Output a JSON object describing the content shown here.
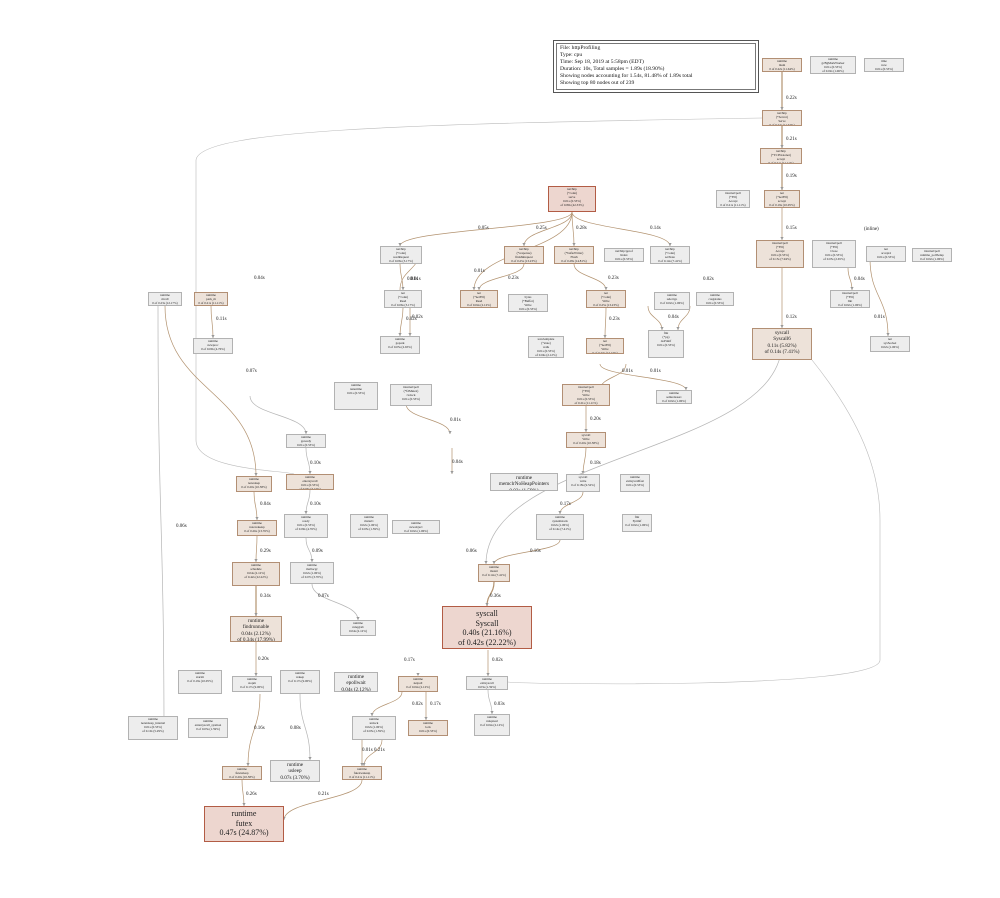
{
  "legend": {
    "file": "File: httpProfiling",
    "type": "Type: cpu",
    "time": "Time: Sep 18, 2019 at 5:58pm (EDT)",
    "duration": "Duration: 10s, Total samples = 1.89s (18.90%)",
    "showing_nodes": "Showing nodes accounting for 1.54s, 81.48% of 1.89s total",
    "showing_top": "Showing top 80 nodes out of 239"
  },
  "nodes": [
    {
      "l": [
        "runtime",
        "futex",
        "0.47s (24.87%)"
      ]
    },
    {
      "l": [
        "syscall",
        "Syscall",
        "0.40s (21.16%)",
        "of 0.42s (22.22%)"
      ]
    },
    {
      "l": [
        "syscall",
        "Syscall6",
        "0.11s (5.82%)",
        "of 0.14s (7.41%)"
      ]
    },
    {
      "l": [
        "runtime",
        "findrunnable",
        "0.04s (2.12%)",
        "of 0.34s (17.99%)"
      ]
    },
    {
      "l": [
        "runtime",
        "usleep",
        "0.07s (3.70%)"
      ]
    },
    {
      "l": [
        "runtime",
        "epollwait",
        "0.04s (2.12%)"
      ]
    },
    {
      "l": [
        "runtime",
        "memclrNoHeapPointers",
        "0.03s (1.59%)"
      ]
    },
    {
      "l": [
        "runtime",
        "main",
        "0 of 0.22s (11.64%)"
      ]
    },
    {
      "l": [
        "runtime",
        "gcBgMarkWorker",
        "0.01s (0.53%)",
        "of 0.02s (1.06%)"
      ]
    },
    {
      "l": [
        "time",
        "now",
        "0.01s (0.53%)"
      ]
    },
    {
      "l": [
        "net/http",
        "(*Server)",
        "Serve",
        "0 of 0.22s (11.64%)"
      ]
    },
    {
      "l": [
        "net/http",
        "(*TCPListener)",
        "accept",
        "0 of 0.21s (11.11%)"
      ]
    },
    {
      "l": [
        "internal/poll",
        "(*FD)",
        "Accept",
        "0 of 0.21s (11.11%)"
      ]
    },
    {
      "l": [
        "net",
        "(*netFD)",
        "accept",
        "0 of 0.19s (10.05%)"
      ]
    },
    {
      "l": [
        "net/http",
        "(*conn)",
        "serve",
        "0.01s (0.53%)",
        "of 0.80s (42.33%)"
      ]
    },
    {
      "l": [
        "internal/poll",
        "(*FD)",
        "Accept",
        "0.01s (0.53%)",
        "of 0.15s (7.94%)"
      ]
    },
    {
      "l": [
        "internal/poll",
        "(*FD)",
        "Close",
        "0.01s (0.53%)",
        "of 0.05s (2.65%)"
      ]
    },
    {
      "l": [
        "net",
        "accept4",
        "0.01s (0.53%)"
      ]
    },
    {
      "l": [
        "internal/poll",
        "runtime_pollSetup",
        "0 of 0.02s (1.06%)"
      ]
    },
    {
      "l": [
        "net/http",
        "(*conn)",
        "readRequest",
        "0 of 0.06s (3.17%)"
      ]
    },
    {
      "l": [
        "net/http",
        "(*response)",
        "finishRequest",
        "0 of 0.25s (13.23%)"
      ]
    },
    {
      "l": [
        "net/http",
        "(*bufioWriter)",
        "Flush",
        "0 of 0.28s (14.81%)"
      ]
    },
    {
      "l": [
        "net/http/pprof",
        "Index",
        "0.01s (0.53%)"
      ]
    },
    {
      "l": [
        "net/http",
        "(*conn)",
        "setState",
        "0 of 0.14s (7.41%)"
      ]
    },
    {
      "l": [
        "runtime",
        "mcall",
        "0 of 0.23s (12.17%)"
      ]
    },
    {
      "l": [
        "runtime",
        "park_m",
        "0 of 0.21s (11.11%)"
      ]
    },
    {
      "l": [
        "runtime",
        "schedule",
        "0.04s (2.12%)",
        "of 0.42s (22.22%)"
      ]
    },
    {
      "l": [
        "runtime",
        "newproc",
        "0 of 0.09s (4.76%)"
      ]
    },
    {
      "l": [
        "net",
        "(*conn)",
        "Read",
        "0 of 0.06s (3.17%)"
      ]
    },
    {
      "l": [
        "net",
        "(*netFD)",
        "Read",
        "0 of 0.04s (2.12%)"
      ]
    },
    {
      "l": [
        "net",
        "(*conn)",
        "Write",
        "0 of 0.25s (13.23%)"
      ]
    },
    {
      "l": [
        "net",
        "(*netFD)",
        "Write",
        "0 of 0.23s (12.17%)"
      ]
    },
    {
      "l": [
        "internal/poll",
        "(*FD)",
        "Write",
        "0.01s (0.53%)",
        "of 0.21s (11.11%)"
      ]
    },
    {
      "l": [
        "syscall",
        "Write",
        "0 of 0.20s (10.58%)"
      ]
    },
    {
      "l": [
        "syscall",
        "write",
        "0 of 0.18s (9.52%)"
      ]
    },
    {
      "l": [
        "runtime",
        "systemstack",
        "0.02s (1.06%)",
        "of 0.14s (7.41%)"
      ]
    },
    {
      "l": [
        "runtime",
        "mstart",
        "0 of 0.14s (7.41%)"
      ]
    },
    {
      "l": [
        "runtime",
        "goready",
        "0.01s (0.53%)",
        "of 0.06s (3.17%)"
      ]
    },
    {
      "l": [
        "runtime",
        "entersyscall",
        "0.01s (0.53%)",
        "of 0.06s (3.17%)"
      ]
    },
    {
      "l": [
        "runtime",
        "exitsyscall",
        "0.03s (1.59%)"
      ]
    },
    {
      "l": [
        "runtime",
        "notesleep",
        "0 of 0.20s (10.58%)"
      ]
    },
    {
      "l": [
        "runtime",
        "notewakeup",
        "0 of 0.26s (13.76%)"
      ]
    },
    {
      "l": [
        "runtime",
        "futexsleep",
        "0 of 0.20s (10.58%)"
      ]
    },
    {
      "l": [
        "runtime",
        "futexwakeup",
        "0 of 0.21s (11.11%)"
      ]
    },
    {
      "l": [
        "runtime",
        "stopm",
        "0 of 0.17s (9.00%)"
      ]
    },
    {
      "l": [
        "runtime",
        "startm",
        "0 of 0.19s (10.05%)"
      ]
    },
    {
      "l": [
        "runtime",
        "wakep",
        "0 of 0.17s (9.00%)"
      ]
    },
    {
      "l": [
        "runtime",
        "ready",
        "0.01s (0.53%)",
        "of 0.09s (4.76%)"
      ]
    },
    {
      "l": [
        "runtime",
        "mallocgc",
        "0.02s (1.06%)",
        "of 0.07s (3.70%)"
      ]
    },
    {
      "l": [
        "runtime",
        "netpoll",
        "0 of 0.04s (2.12%)"
      ]
    },
    {
      "l": [
        "runtime",
        "runqgrab",
        "0.04s (2.12%)"
      ]
    },
    {
      "l": [
        "runtime",
        "unlock",
        "0.02s (1.06%)",
        "of 0.03s (1.59%)"
      ]
    },
    {
      "l": [
        "runtime",
        "lock",
        "0.01s (0.53%)"
      ]
    },
    {
      "l": [
        "runtime",
        "mstart1",
        "0.02s (1.06%)",
        "of 0.03s (1.59%)"
      ]
    },
    {
      "l": [
        "runtime",
        "newobject",
        "0 of 0.02s (1.06%)"
      ]
    },
    {
      "l": [
        "runtime",
        "semrelease1",
        "0 of 0.02s (1.06%)"
      ]
    },
    {
      "l": [
        "runtime",
        "selectgo",
        "0 of 0.02s (1.06%)"
      ]
    },
    {
      "l": [
        "runtime",
        "casgstatus",
        "0.01s (0.53%)"
      ]
    },
    {
      "l": [
        "runtime",
        "exitsyscallfast",
        "0.01s (0.53%)"
      ]
    },
    {
      "l": [
        "fmt",
        "Fprintf",
        "0 of 0.02s (1.06%)"
      ]
    },
    {
      "l": [
        "fmt",
        "(*pp)",
        "doPrintf",
        "0.01s (0.53%)"
      ]
    },
    {
      "l": [
        "bytes",
        "(*Buffer)",
        "Write",
        "0.01s (0.53%)"
      ]
    },
    {
      "l": [
        "text/template",
        "(*state)",
        "walk",
        "0.01s (0.53%)",
        "of 0.04s (2.12%)"
      ]
    },
    {
      "l": [
        "runtime",
        "nanotime",
        "0.01s (0.53%)"
      ]
    },
    {
      "l": [
        "net",
        "sysSocket",
        "0.02s (1.06%)"
      ]
    },
    {
      "l": [
        "internal/poll",
        "(*FD)",
        "Init",
        "0 of 0.02s (1.06%)"
      ]
    },
    {
      "l": [
        "internal/poll",
        "(*fdMutex)",
        "rwlock",
        "0.01s (0.53%)"
      ]
    },
    {
      "l": [
        "runtime",
        "gopark",
        "0 of 0.05s (2.65%)"
      ]
    },
    {
      "l": [
        "runtime",
        "notetsleep_internal",
        "0.01s (0.53%)",
        "of 0.10s (5.29%)"
      ]
    },
    {
      "l": [
        "runtime",
        "entersyscall_sysmon",
        "0 of 0.03s (1.59%)"
      ]
    },
    {
      "l": [
        "runtime",
        "runqsteal",
        "0 of 0.04s (2.12%)"
      ]
    }
  ],
  "edges": [
    "0.22s",
    "0.21s",
    "0.19s",
    "0.05s",
    "0.15s",
    "0.01s",
    "0.14s",
    "0.12s",
    "0.25s",
    "0.28s",
    "0.23s",
    "0.02s",
    "0.04s",
    "0.11s",
    "0.29s",
    "0.34s",
    "0.20s",
    "0.18s",
    "0.17s",
    "0.16s",
    "0.36s",
    "0.21s",
    "0.26s",
    "0.07s",
    "0.09s",
    "0.03s",
    "0.08s",
    "0.10s",
    "0.06s",
    "(inline)"
  ]
}
